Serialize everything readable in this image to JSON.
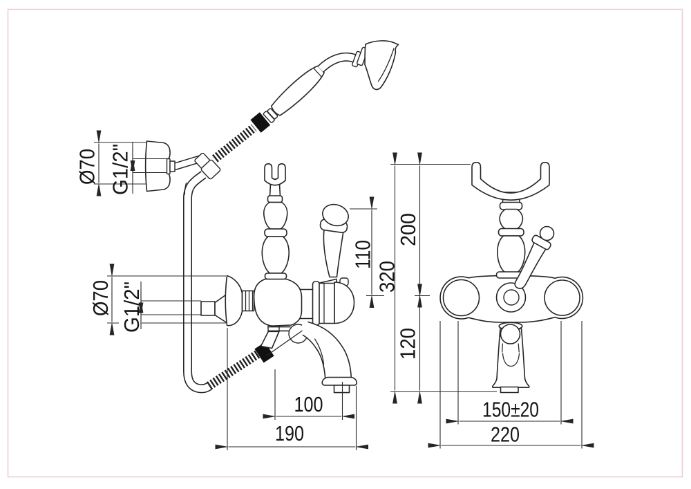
{
  "drawing": {
    "type": "technical-dimension-drawing",
    "subject": "wall-mounted bath-shower mixer with hand shower, front and side views",
    "frame_color": "#eecdd4",
    "line_color": "#252525",
    "labels": {
      "bracket_diameter": "Ø70",
      "bracket_thread": "G1/2\"",
      "union_diameter": "Ø70",
      "union_thread": "G1/2\"",
      "lever_height": "110",
      "spout_reach": "100",
      "total_projection": "190",
      "overall_height": "320",
      "cradle_height": "200",
      "outlet_drop": "120",
      "union_centers": "150±20",
      "overall_width": "220"
    }
  }
}
